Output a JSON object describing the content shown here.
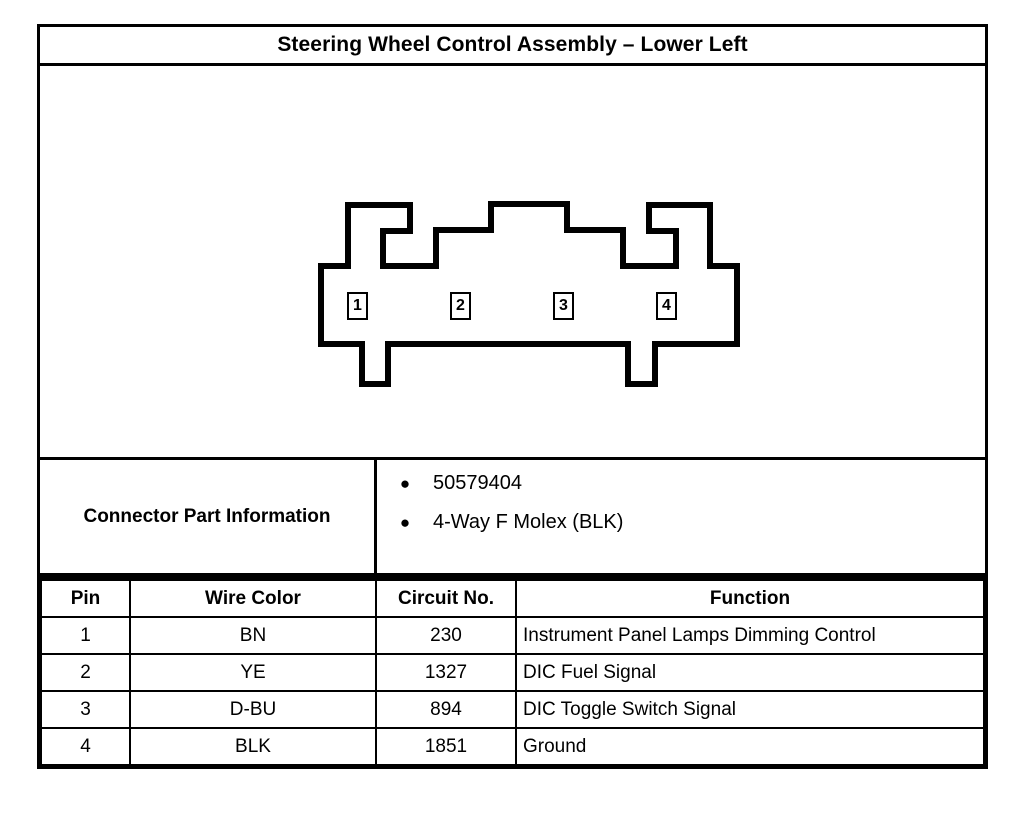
{
  "title": "Steering Wheel Control Assembly – Lower Left",
  "diagram": {
    "name": "connector-end-view",
    "pins": [
      {
        "label": "1"
      },
      {
        "label": "2"
      },
      {
        "label": "3"
      },
      {
        "label": "4"
      }
    ]
  },
  "connector_info": {
    "label": "Connector Part Information",
    "bullet_glyph": "●",
    "items": [
      "50579404",
      "4-Way F Molex (BLK)"
    ]
  },
  "pin_table": {
    "headers": [
      "Pin",
      "Wire Color",
      "Circuit No.",
      "Function"
    ],
    "rows": [
      {
        "pin": "1",
        "wire_color": "BN",
        "circuit_no": "230",
        "function": "Instrument Panel Lamps Dimming Control"
      },
      {
        "pin": "2",
        "wire_color": "YE",
        "circuit_no": "1327",
        "function": "DIC Fuel Signal"
      },
      {
        "pin": "3",
        "wire_color": "D-BU",
        "circuit_no": "894",
        "function": "DIC Toggle Switch Signal"
      },
      {
        "pin": "4",
        "wire_color": "BLK",
        "circuit_no": "1851",
        "function": "Ground"
      }
    ]
  },
  "colors": {
    "ink": "#000000",
    "paper": "#ffffff"
  }
}
